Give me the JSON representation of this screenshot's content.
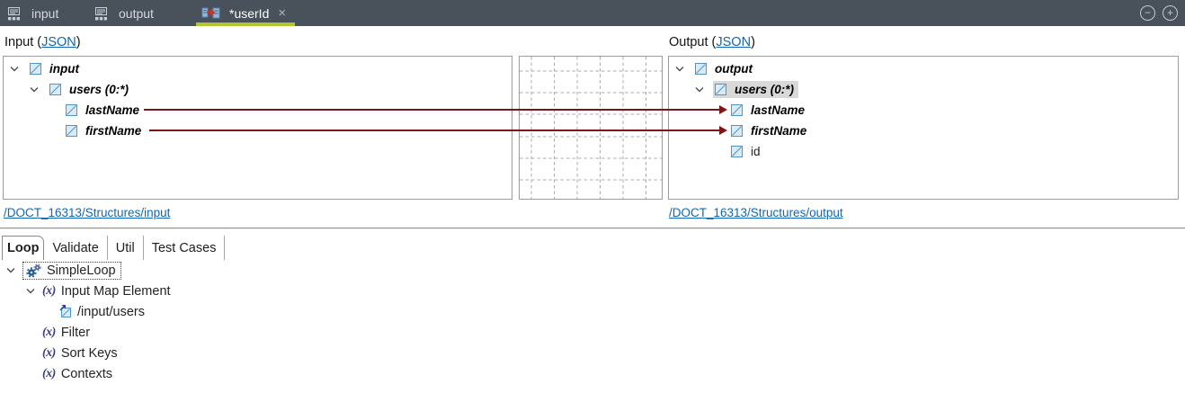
{
  "colors": {
    "topbar_bg": "#49515a",
    "active_tab_underline": "#b2c72e",
    "mapping_line": "#7d1417",
    "link_blue": "#1166b3",
    "selection_bg": "#d9d9d9",
    "element_icon_blue": "#5094c8",
    "fx_icon_indigo": "#3c3c7c"
  },
  "topbar": {
    "tabs": [
      {
        "label": "input",
        "icon": "structure-icon"
      },
      {
        "label": "output",
        "icon": "structure-icon"
      },
      {
        "label": "*userId",
        "icon": "mapping-icon",
        "active": true
      }
    ],
    "close_glyph": "×",
    "collapse_glyph": "−",
    "expand_glyph": "+"
  },
  "input_pane": {
    "header_prefix": "Input (",
    "header_link": "JSON",
    "header_suffix": ")",
    "structure_link": "/DOCT_16313/Structures/input",
    "nodes": [
      {
        "label": "input",
        "level": 0,
        "expanded": true
      },
      {
        "label": "users (0:*)",
        "level": 1,
        "expanded": true
      },
      {
        "label": "lastName",
        "level": 2,
        "mapped": true
      },
      {
        "label": "firstName",
        "level": 2,
        "mapped": true
      }
    ]
  },
  "output_pane": {
    "header_prefix": "Output (",
    "header_link": "JSON",
    "header_suffix": ")",
    "structure_link": "/DOCT_16313/Structures/output",
    "nodes": [
      {
        "label": "output",
        "level": 0,
        "expanded": true
      },
      {
        "label": "users (0:*)",
        "level": 1,
        "expanded": true,
        "selected": true
      },
      {
        "label": "lastName",
        "level": 2,
        "mapped": true
      },
      {
        "label": "firstName",
        "level": 2,
        "mapped": true
      },
      {
        "label": "id",
        "level": 2,
        "mapped": false
      }
    ]
  },
  "mappings": [
    {
      "from": "input/users/lastName",
      "to": "output/users/lastName"
    },
    {
      "from": "input/users/firstName",
      "to": "output/users/firstName"
    }
  ],
  "bottom_tabs": {
    "active": "Loop",
    "tabs": [
      {
        "label": "Loop"
      },
      {
        "label": "Validate"
      },
      {
        "label": "Util"
      },
      {
        "label": "Test Cases"
      }
    ]
  },
  "loop_tree": {
    "fx_glyph": "(x)",
    "nodes": [
      {
        "label": "SimpleLoop",
        "icon": "gears-icon",
        "expanded": true,
        "focused": true
      },
      {
        "label": "Input Map Element",
        "icon": "fx-icon",
        "expanded": true
      },
      {
        "label": "/input/users",
        "icon": "mapped-element-icon"
      },
      {
        "label": "Filter",
        "icon": "fx-icon"
      },
      {
        "label": "Sort Keys",
        "icon": "fx-icon"
      },
      {
        "label": "Contexts",
        "icon": "fx-icon"
      }
    ]
  }
}
